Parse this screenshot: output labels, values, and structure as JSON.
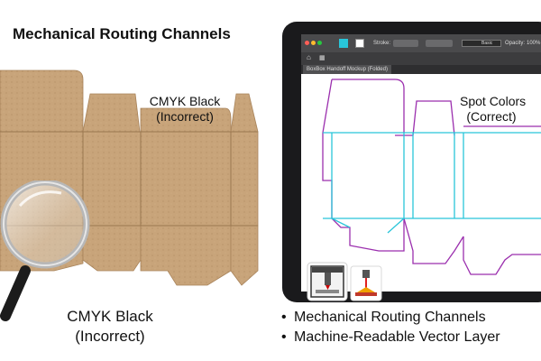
{
  "heading": "Mechanical Routing Channels",
  "left_panel": {
    "box_label_line1": "CMYK Black",
    "box_label_line2": "(Incorrect)",
    "caption_line1": "CMYK Black",
    "caption_line2": "(Incorrect)",
    "box_color": "#c8a47a",
    "icon": "magnifying-glass-icon"
  },
  "right_panel": {
    "label_line1": "Spot Colors",
    "label_line2": "(Correct)",
    "bullets": [
      "Mechanical Routing Channels",
      "Machine-Readable Vector Layer"
    ],
    "icons": [
      "cnc-router-icon",
      "laser-cutter-icon"
    ],
    "cut_line_color": "#9b2fae",
    "crease_line_color": "#29c5d9",
    "app": {
      "stroke_label": "Stroke:",
      "brush_label": "Basic",
      "opacity_label": "Opacity:",
      "opacity_value": "100%",
      "document_tab": "BoxBox Handoff Mockup (Folded)"
    }
  }
}
